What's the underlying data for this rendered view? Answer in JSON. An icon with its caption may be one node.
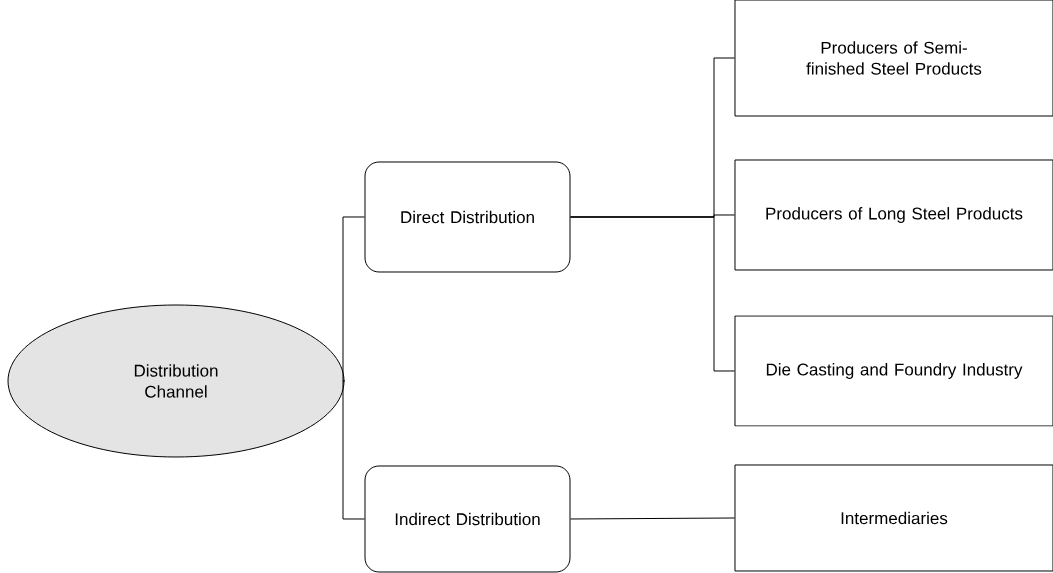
{
  "diagram": {
    "nodes": [
      {
        "text": [
          "Distribution Channel"
        ]
      },
      {
        "text": [
          "Direct Distribution"
        ]
      },
      {
        "text": [
          "Indirect Distribution"
        ]
      },
      {
        "text": [
          "Producers of Semi-finished Steel Products"
        ]
      },
      {
        "text": [
          "Producers of Long Steel Products"
        ]
      },
      {
        "text": [
          "Die Casting and Foundry Industry"
        ]
      },
      {
        "text": [
          "Intermediaries"
        ]
      }
    ],
    "edges": [
      {
        "from": 0,
        "to": 1,
        "arrow": "none"
      },
      {
        "from": 0,
        "to": 2,
        "arrow": "none"
      },
      {
        "from": 1,
        "to": 3,
        "arrow": "none"
      },
      {
        "from": 1,
        "to": 4,
        "arrow": "none"
      },
      {
        "from": 1,
        "to": 5,
        "arrow": "none"
      },
      {
        "from": 2,
        "to": 6,
        "arrow": "none"
      }
    ]
  }
}
